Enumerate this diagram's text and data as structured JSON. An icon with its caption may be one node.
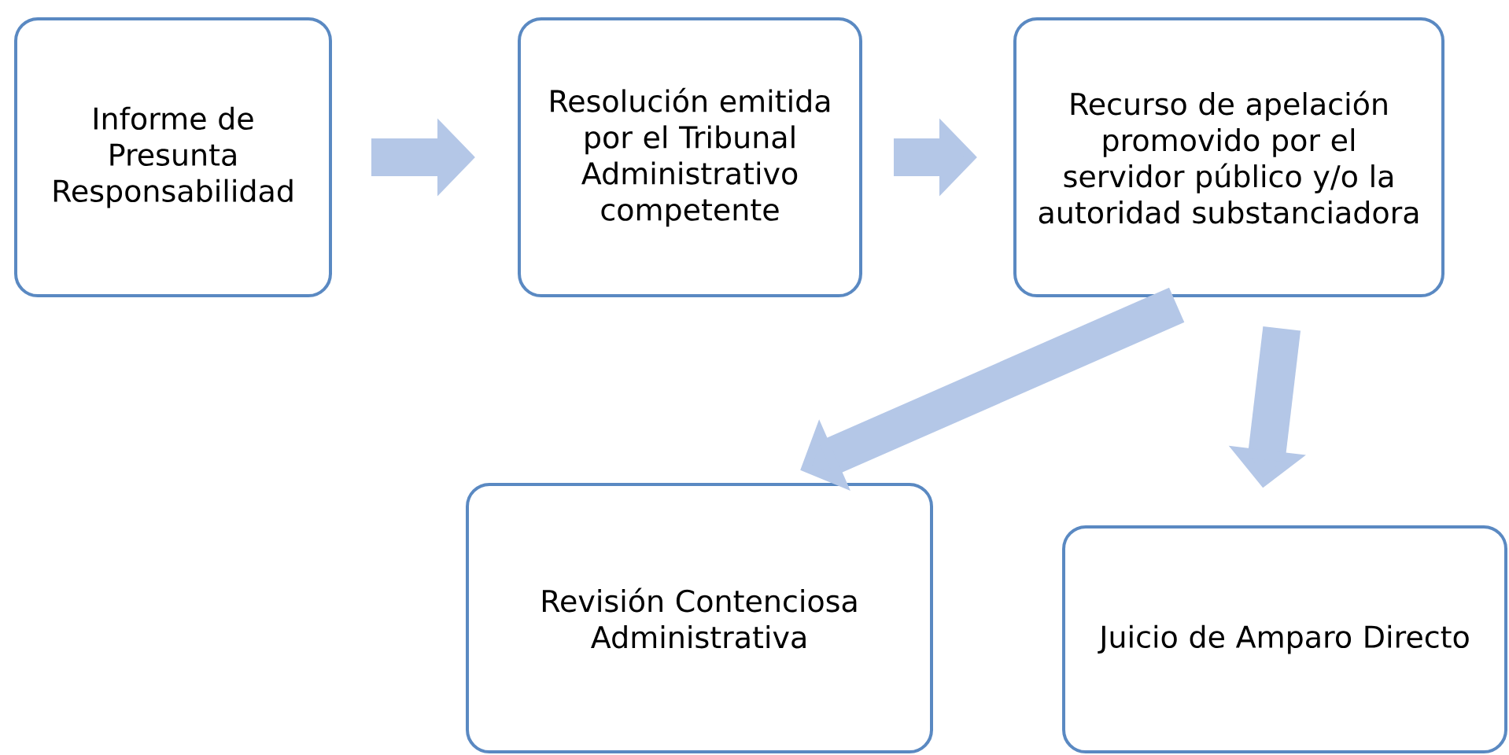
{
  "diagram": {
    "nodes": [
      {
        "text": [
          "Informe de Presunta Responsabilidad"
        ]
      },
      {
        "text": [
          "Resolución emitida por el Tribunal Administrativo competente"
        ]
      },
      {
        "text": [
          "Recurso de apelación promovido por el servidor público y/o la autoridad substanciadora"
        ]
      },
      {
        "text": [
          "Revisión Contenciosa Administrativa"
        ]
      },
      {
        "text": [
          "Juicio de Amparo Directo"
        ]
      }
    ],
    "edges": [
      {
        "from": 0,
        "to": 1,
        "arrow": "to"
      },
      {
        "from": 1,
        "to": 2,
        "arrow": "to"
      },
      {
        "from": 2,
        "to": 3,
        "arrow": "to"
      },
      {
        "from": 2,
        "to": 4,
        "arrow": "to"
      }
    ]
  }
}
